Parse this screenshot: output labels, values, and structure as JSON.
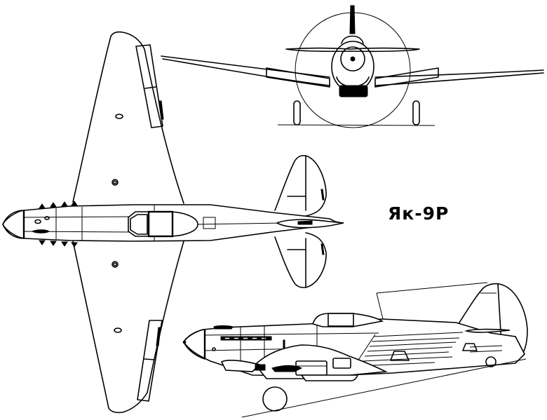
{
  "title": "Як-9Р",
  "diagram": {
    "type": "aircraft three-view drawing",
    "aircraft_label": "Як-9Р",
    "views": [
      {
        "name": "front view",
        "position": "top-right"
      },
      {
        "name": "top view",
        "position": "left / center"
      },
      {
        "name": "side view",
        "position": "bottom-right"
      }
    ],
    "colors": {
      "line": "#000000",
      "background": "#ffffff"
    }
  }
}
